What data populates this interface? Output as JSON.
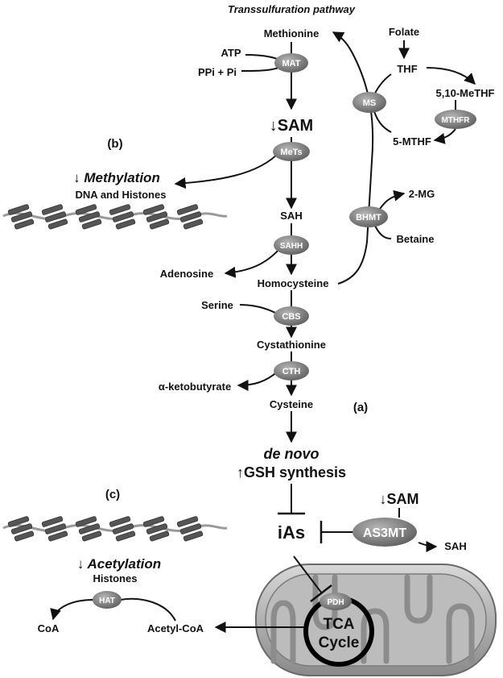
{
  "title": "Transsulfuration pathway",
  "panel_labels": {
    "a": "(a)",
    "b": "(b)",
    "c": "(c)"
  },
  "metabolites": {
    "methionine": "Methionine",
    "atp": "ATP",
    "ppi": "PPi + Pi",
    "sam": "↓SAM",
    "sah": "SAH",
    "adenosine": "Adenosine",
    "homocysteine": "Homocysteine",
    "serine": "Serine",
    "cystathionine": "Cystathionine",
    "ketobutyrate": "α-ketobutyrate",
    "cysteine": "Cysteine",
    "folate": "Folate",
    "thf": "THF",
    "methf510": "5,10-MeTHF",
    "mthf5": "5-MTHF",
    "mg2": "2-MG",
    "betaine": "Betaine",
    "denovo": "de novo",
    "gsh": "↑GSH synthesis",
    "ias": "iAs",
    "sam2": "↓SAM",
    "sah2": "SAH",
    "coa": "CoA",
    "acetylcoa": "Acetyl-CoA"
  },
  "enzymes": {
    "mat": "MAT",
    "mets": "MeTs",
    "sahh": "SAHH",
    "cbs": "CBS",
    "cth": "CTH",
    "ms": "MS",
    "mthfr": "MTHFR",
    "bhmt": "BHMT",
    "as3mt": "AS3MT",
    "hat": "HAT",
    "pdh": "PDH"
  },
  "methylation": {
    "title": "↓ Methylation",
    "subtitle": "DNA and Histones"
  },
  "acetylation": {
    "title": "↓ Acetylation",
    "subtitle": "Histones"
  },
  "tca": {
    "line1": "TCA",
    "line2": "Cycle"
  }
}
